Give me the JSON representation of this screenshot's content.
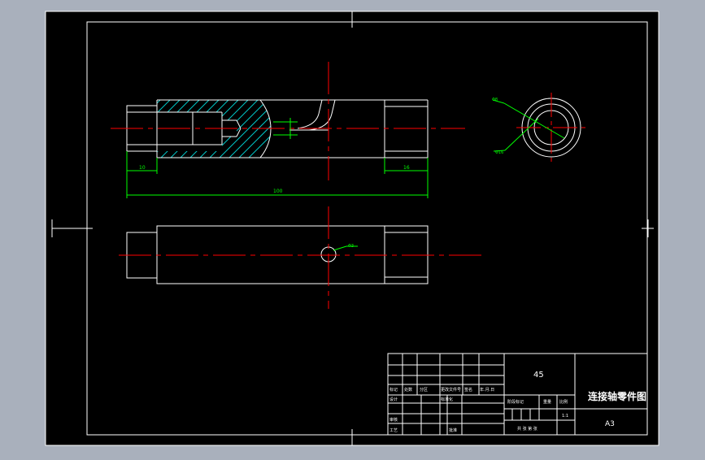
{
  "drawing": {
    "material": "45",
    "title": "连接轴零件图",
    "sheet_size": "A3",
    "scale": "1:1",
    "colors": {
      "outer_background": "#a9b0bc",
      "paper": "#000000",
      "outline": "#ffffff",
      "centerline": "#ff0000",
      "dimension": "#00ff00",
      "hatch": "#00c8c8"
    }
  },
  "dimensions": {
    "left_step": "10",
    "right_step": "16",
    "overall_length": "100",
    "hole_top": "Φ8",
    "hole_bottom": "Φ16",
    "cross_hole": "Φ3"
  },
  "title_block": {
    "row_labels": [
      "标记",
      "处数",
      "分区",
      "更改文件号",
      "签名",
      "年.月.日"
    ],
    "designer_label": "设计",
    "standardize_label": "标准化",
    "review_label": "审核",
    "process_label": "工艺",
    "approve_label": "批准",
    "stage_label": "阶段标记",
    "weight_label": "重量",
    "scale_label": "比例",
    "sheet_label": "共 张 第 张"
  }
}
